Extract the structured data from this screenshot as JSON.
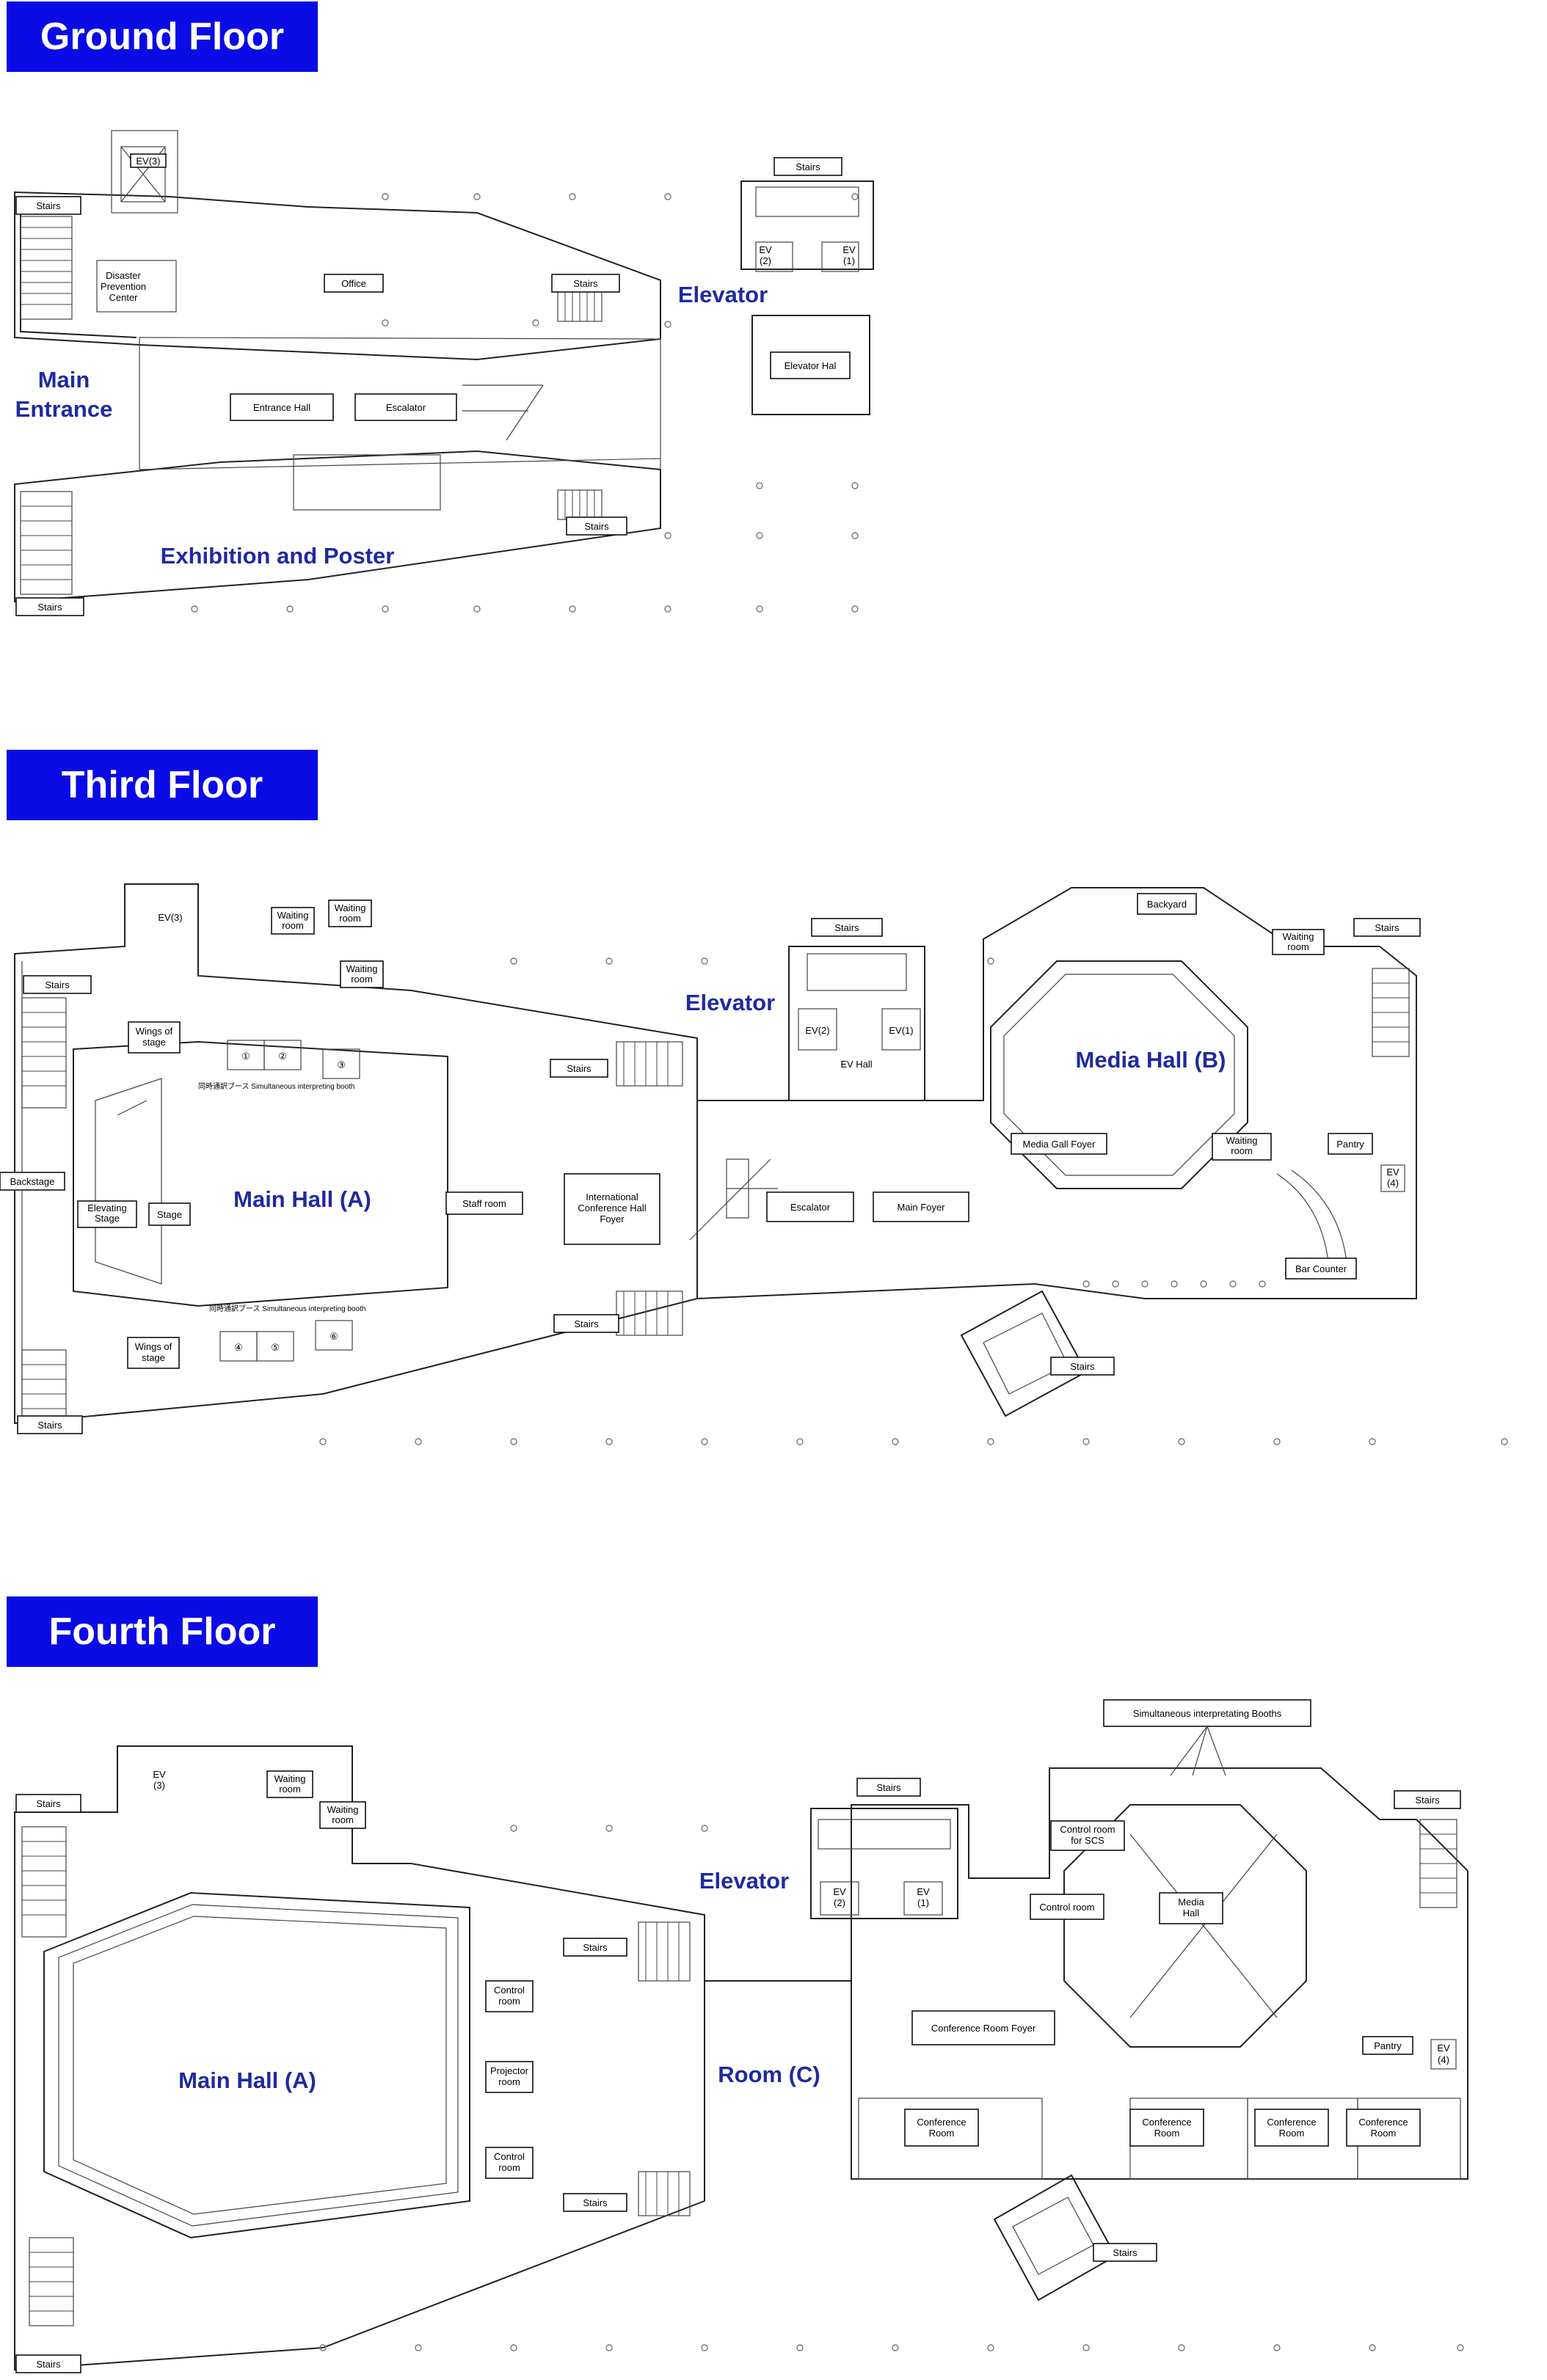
{
  "floors": {
    "ground": {
      "title": "Ground Floor",
      "big_labels": [
        "Main",
        "Entrance",
        "Elevator",
        "Exhibition and Poster"
      ],
      "labels": {
        "ev3": "EV(3)",
        "stairs_a": "Stairs",
        "disaster": "Disaster",
        "disaster2": "Prevention",
        "disaster3": "Center",
        "office": "Office",
        "stairs_b": "Stairs",
        "entrance_hall": "Entrance Hall",
        "escalator": "Escalator",
        "stairs_c": "Stairs",
        "stairs_d": "Stairs",
        "stairs_e": "Stairs",
        "ev2": "EV",
        "ev2n": "(2)",
        "ev1": "EV",
        "ev1n": "(1)",
        "elevator_hall": "Elevator Hal"
      }
    },
    "third": {
      "title": "Third Floor",
      "big_labels": [
        "Elevator",
        "Media Hall (B)",
        "Main Hall (A)"
      ],
      "labels": {
        "ev3": "EV(3)",
        "waiting1": "Waiting",
        "waiting1b": "room",
        "waiting2": "Waiting",
        "waiting2b": "room",
        "waiting3": "Waiting",
        "waiting3b": "room",
        "stairs_top": "Stairs",
        "stairs_left": "Stairs",
        "wings1": "Wings of",
        "wings1b": "stage",
        "booth_top": "同時通訳ブース Simultaneous interpreting booth",
        "booth_bottom": "同時通訳ブース Simultaneous interpreting booth",
        "stairs_mid": "Stairs",
        "backstage": "Backstage",
        "elevating": "Elevating",
        "elevating2": "Stage",
        "stage": "Stage",
        "staff": "Staff room",
        "icf1": "International",
        "icf2": "Conference Hall",
        "icf3": "Foyer",
        "wings2": "Wings of",
        "wings2b": "stage",
        "stairs_bottom_mid": "Stairs",
        "stairs_bottom_left": "Stairs",
        "ev_hall": "EV Hall",
        "ev2": "EV(2)",
        "ev1": "EV(1)",
        "escalator": "Escalator",
        "main_foyer": "Main Foyer",
        "backyard": "Backyard",
        "waiting4": "Waiting",
        "waiting4b": "room",
        "stairs_right": "Stairs",
        "media_foyer": "Media Gall Foyer",
        "waiting5": "Waiting",
        "waiting5b": "room",
        "pantry": "Pantry",
        "ev4": "EV",
        "ev4n": "(4)",
        "bar": "Bar Counter",
        "stairs_diag": "Stairs",
        "n1": "①",
        "n2": "②",
        "n3": "③",
        "n4": "④",
        "n5": "⑤",
        "n6": "⑥"
      }
    },
    "fourth": {
      "title": "Fourth Floor",
      "big_labels": [
        "Elevator",
        "Main Hall (A)",
        "Room (C)"
      ],
      "labels": {
        "ev3": "EV",
        "ev3n": "(3)",
        "waiting1": "Waiting",
        "waiting1b": "room",
        "waiting2": "Waiting",
        "waiting2b": "room",
        "stairs_tl": "Stairs",
        "stairs_top": "Stairs",
        "ev2": "EV",
        "ev2n": "(2)",
        "ev1": "EV",
        "ev1n": "(1)",
        "booths": "Simultaneous interpretating Booths",
        "control_scs1": "Control room",
        "control_scs2": "for SCS",
        "stairs_tr": "Stairs",
        "control_room": "Control room",
        "media1": "Media",
        "media2": "Hall",
        "stairs_mid": "Stairs",
        "control1": "Control",
        "control1b": "room",
        "projector1": "Projector",
        "projector1b": "room",
        "control2": "Control",
        "control2b": "room",
        "crf": "Conference Room Foyer",
        "pantry": "Pantry",
        "ev4": "EV",
        "ev4n": "(4)",
        "conf1": "Conference",
        "conf1b": "Room",
        "conf2": "Conference",
        "conf2b": "Room",
        "conf3": "Conference",
        "conf3b": "Room",
        "conf4": "Conference",
        "conf4b": "Room",
        "stairs_bottom": "Stairs",
        "stairs_diag": "Stairs",
        "stairs_bl": "Stairs"
      }
    }
  }
}
